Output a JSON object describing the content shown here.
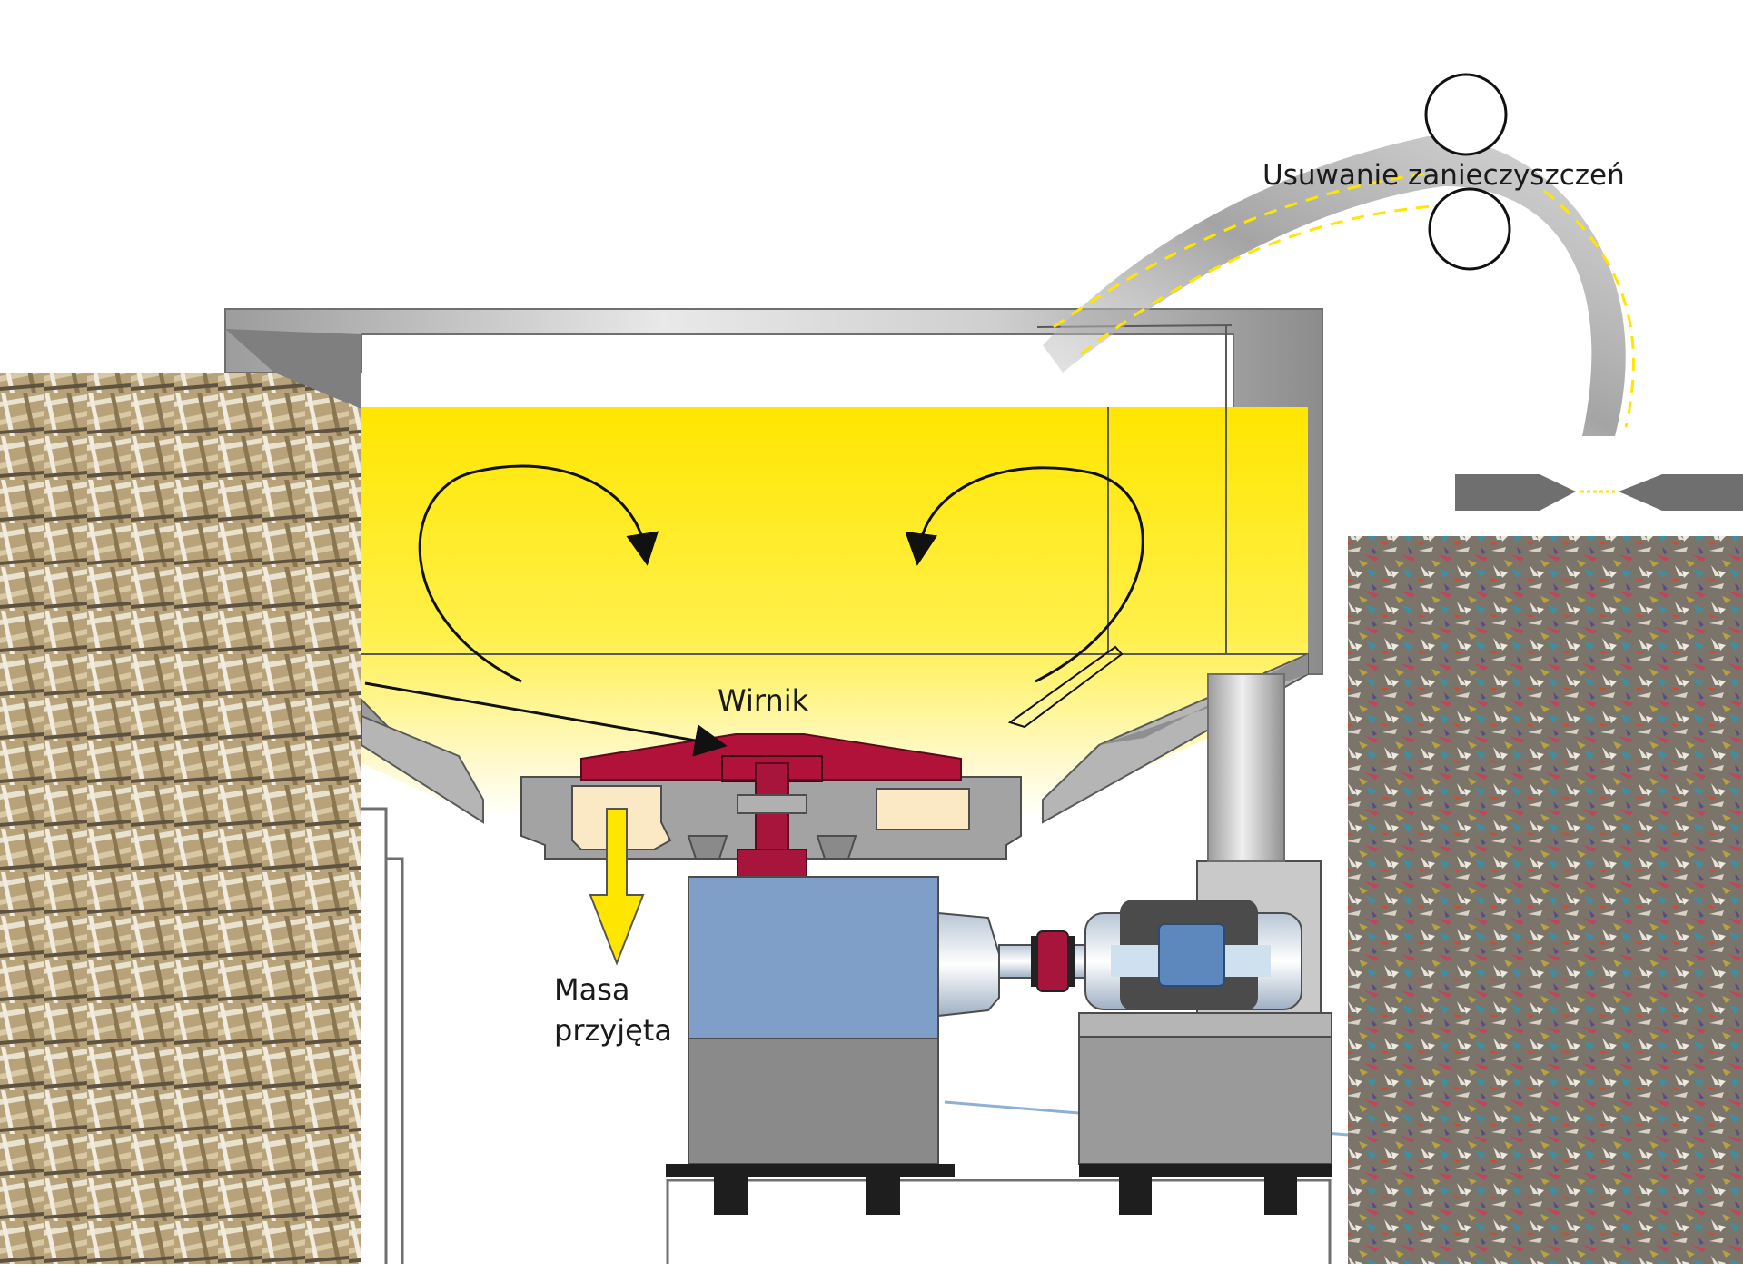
{
  "labels": {
    "contaminant_removal": "Usuwanie zanieczyszczeń",
    "rotor": "Wirnik",
    "accepts_line1": "Masa",
    "accepts_line2": "przyjęta"
  },
  "colors": {
    "pulp_yellow": "#ffe600",
    "rotor_red": "#b0123a",
    "housing_grey": "#9a9a9a",
    "gearbox_blue": "#7f9fc9",
    "accepts_arrow": "#ffe600",
    "motor_blue": "#5d88bd"
  },
  "icons": {
    "circulation_arrow_left": "curved-arrow-icon",
    "circulation_arrow_right": "curved-arrow-icon",
    "accepts_arrow": "down-arrow-icon",
    "rotor_pointer": "arrow-icon"
  }
}
